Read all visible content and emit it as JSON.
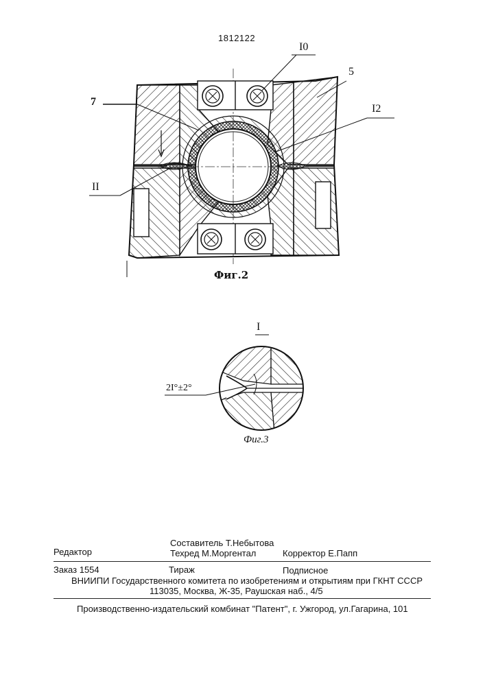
{
  "patent_number": "1812122",
  "fig2": {
    "caption": "Фиг.2",
    "labels": {
      "l10": "I0",
      "l5": "5",
      "l7": "7",
      "l12": "I2",
      "l11": "II"
    }
  },
  "fig3": {
    "title": "I",
    "caption": "Фиг.3",
    "angle_label": "2I°±2°"
  },
  "colophon": {
    "compiler": "Составитель  Т.Небытова",
    "editor": "Редактор",
    "techred": "Техред М.Моргентал",
    "corrector": "Корректор  Е.Папп",
    "order": "Заказ  1554",
    "circulation": "Тираж",
    "subscription": "Подписное",
    "institute": "ВНИИПИ Государственного комитета по изобретениям и открытиям при ГКНТ СССР",
    "address": "113035, Москва, Ж-35, Раушская наб., 4/5",
    "publisher": "Производственно-издательский комбинат \"Патент\", г. Ужгород, ул.Гагарина, 101"
  }
}
